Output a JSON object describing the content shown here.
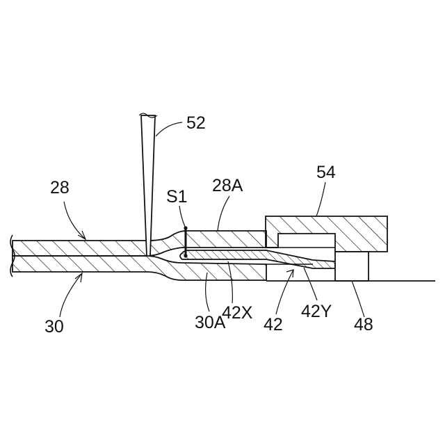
{
  "labels": {
    "l52": "52",
    "l28": "28",
    "lS1": "S1",
    "l28A": "28A",
    "l54": "54",
    "l30": "30",
    "l30A": "30A",
    "l42X": "42X",
    "l42": "42",
    "l42Y": "42Y",
    "l48": "48"
  },
  "colors": {
    "line": "#111111",
    "background": "#ffffff"
  }
}
